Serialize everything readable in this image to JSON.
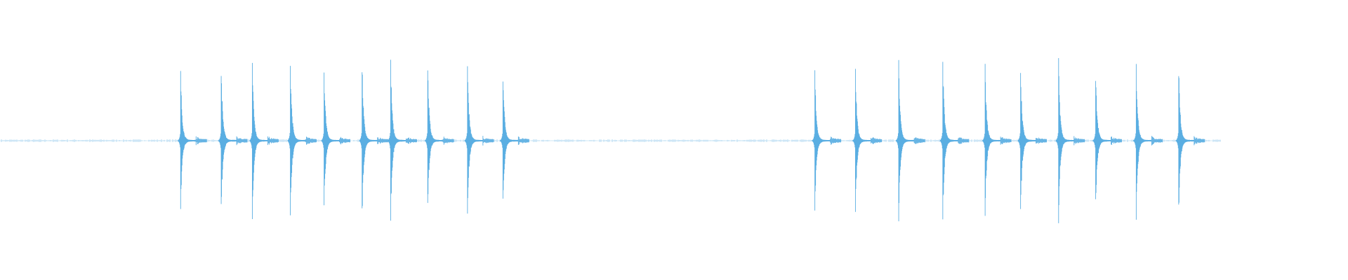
{
  "waveform": {
    "color": "#5aaee2",
    "duration_fraction_shown": 0.906,
    "groups": [
      {
        "name": "burst-1",
        "onsets": [
          0.134,
          0.1641,
          0.1872,
          0.2154,
          0.2404,
          0.2686,
          0.2898,
          0.3173,
          0.3468,
          0.3731
        ],
        "peak_up": [
          0.83,
          0.91,
          0.95,
          0.97,
          0.89,
          0.95,
          0.97,
          0.93,
          0.94,
          0.89
        ],
        "peak_down": [
          0.84,
          0.92,
          0.99,
          1.0,
          0.87,
          0.97,
          0.99,
          0.85,
          0.95,
          0.9
        ]
      },
      {
        "name": "burst-2",
        "onsets": [
          0.6045,
          0.6346,
          0.6667,
          0.6994,
          0.7308,
          0.7571,
          0.7853,
          0.8128,
          0.8429,
          0.8744
        ],
        "peak_up": [
          0.84,
          0.84,
          0.94,
          0.97,
          0.88,
          0.93,
          0.95,
          0.87,
          0.92,
          0.95
        ],
        "peak_down": [
          0.86,
          0.86,
          0.97,
          1.0,
          0.89,
          0.97,
          0.98,
          0.88,
          0.98,
          0.97
        ]
      }
    ]
  }
}
